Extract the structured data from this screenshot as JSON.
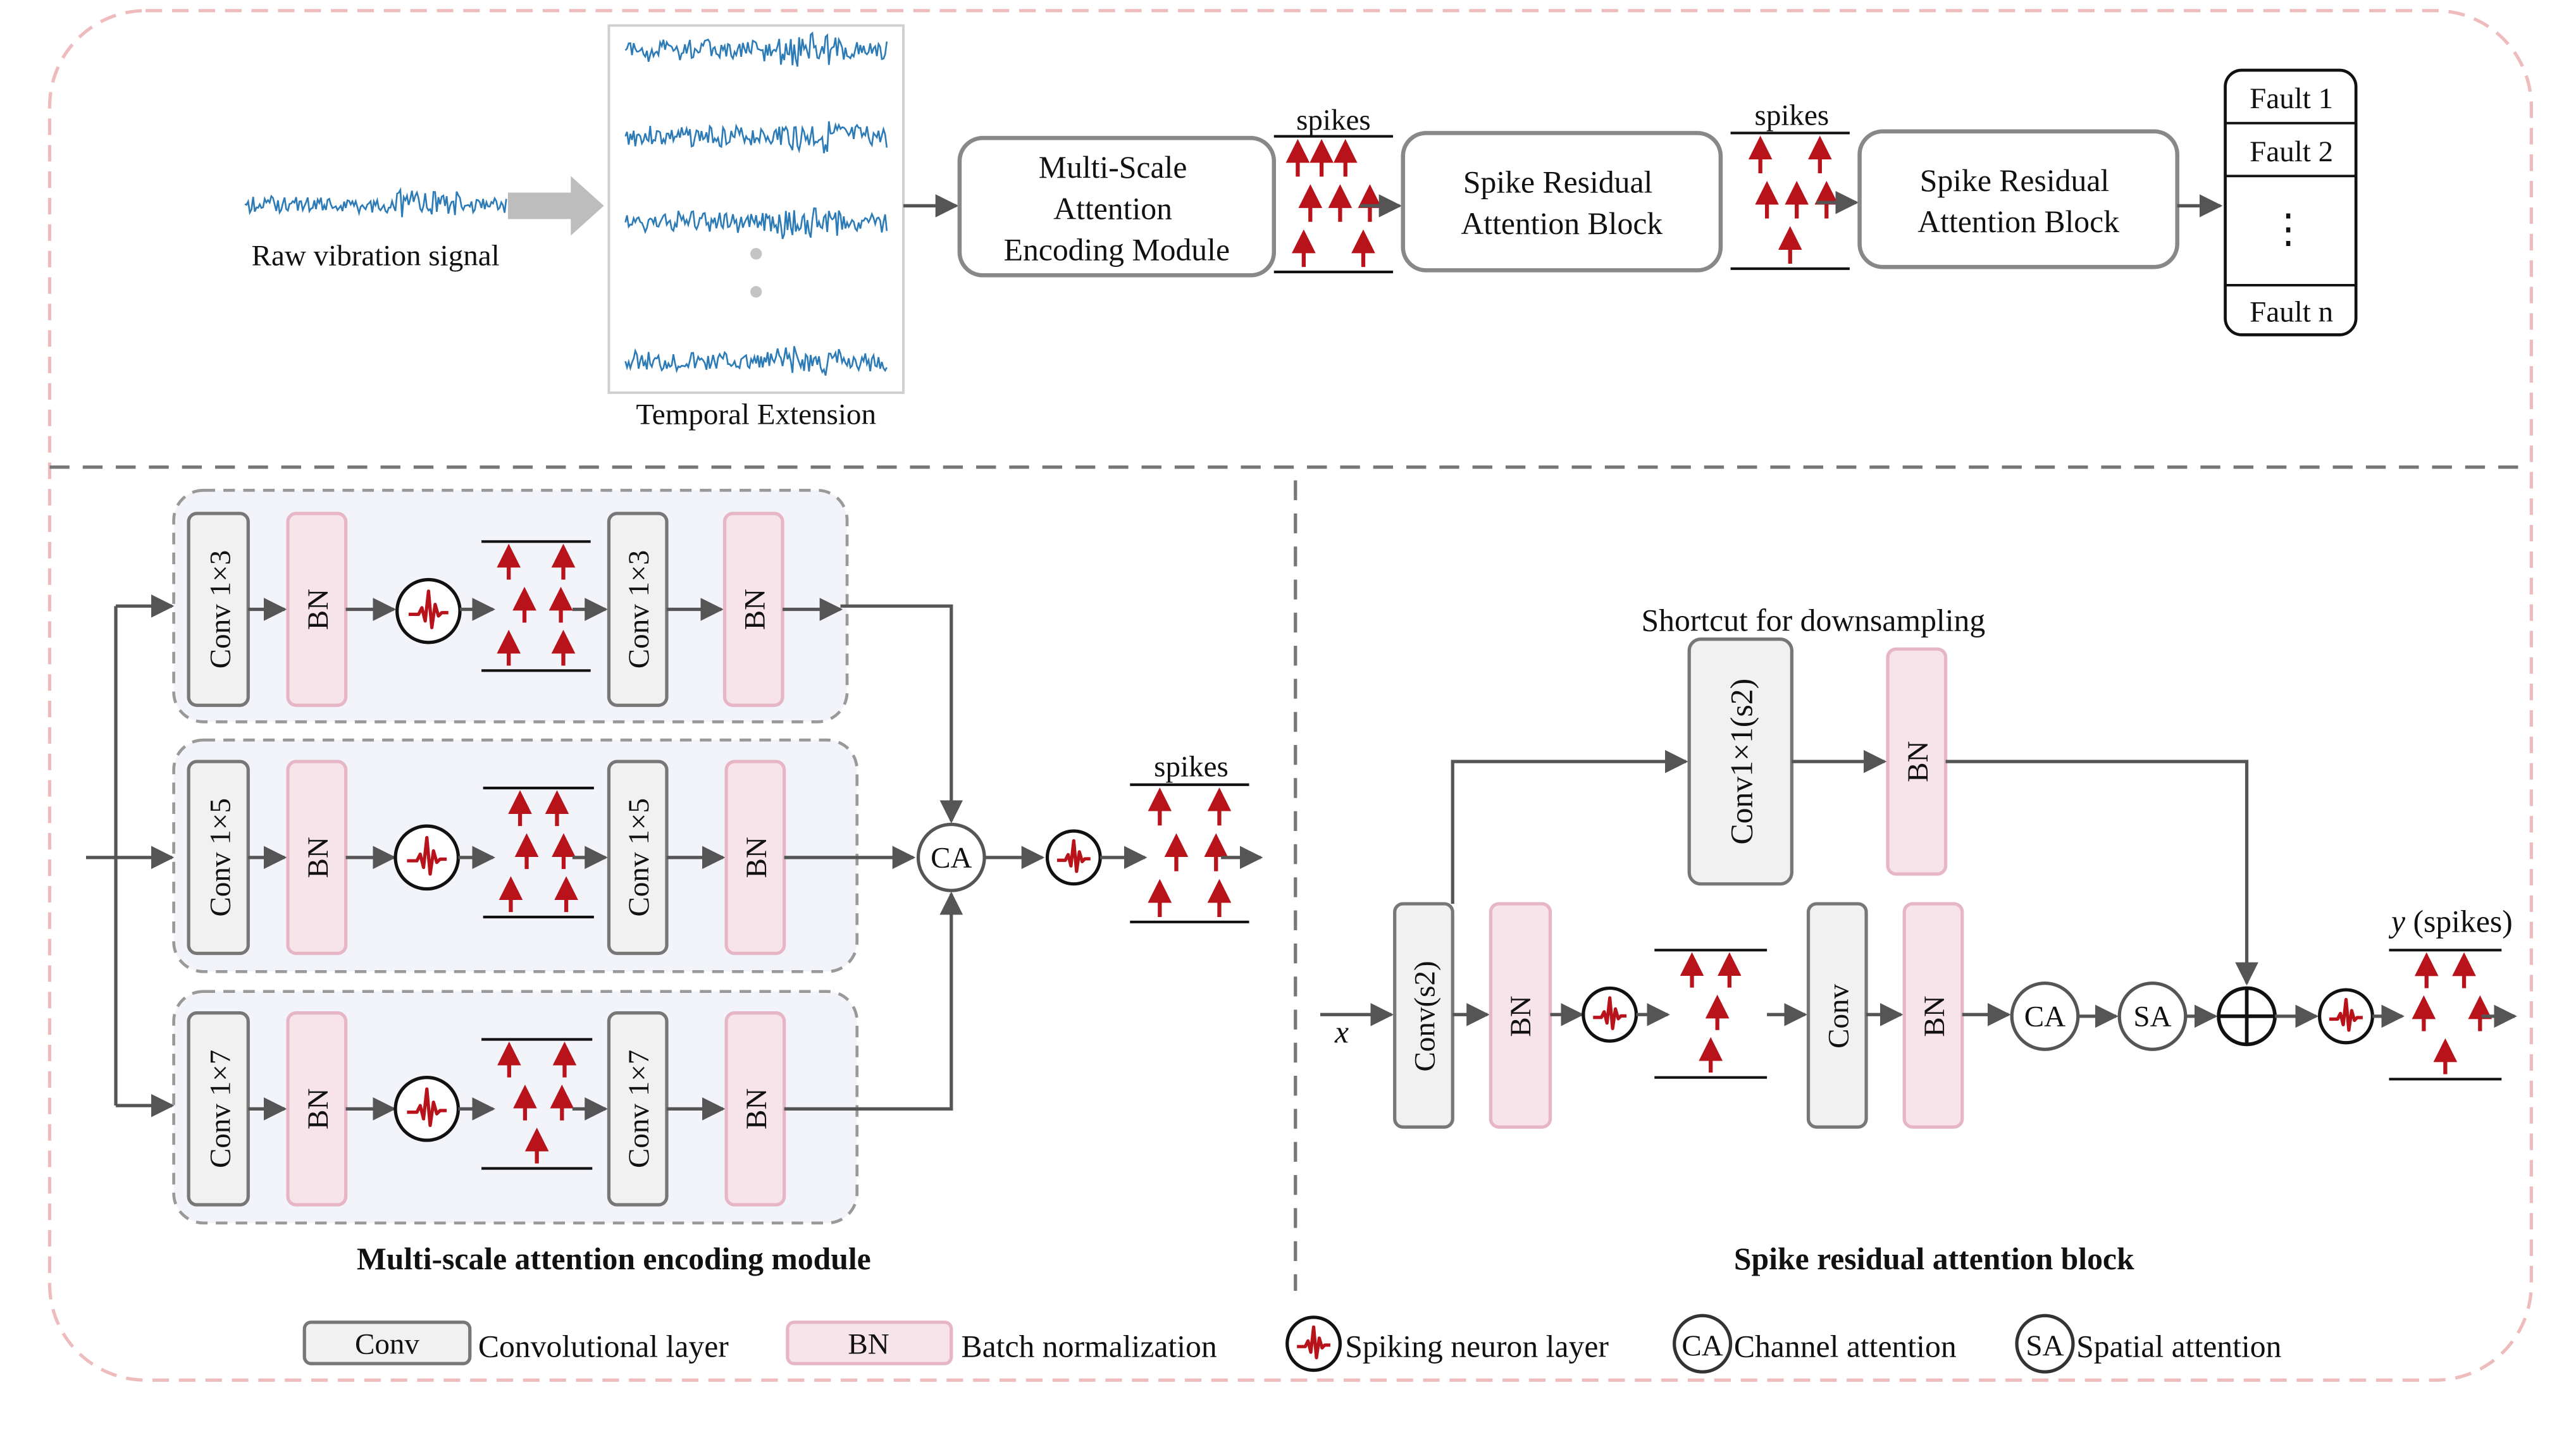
{
  "top": {
    "raw_signal_label": "Raw vibration signal",
    "temporal_extension_label": "Temporal Extension",
    "encoding_module_lines": [
      "Multi-Scale",
      "Attention",
      "Encoding Module"
    ],
    "spikes_label_1": "spikes",
    "spikes_label_2": "spikes",
    "residual_block_1_lines": [
      "Spike Residual",
      "Attention Block"
    ],
    "residual_block_2_lines": [
      "Spike Residual",
      "Attention Block"
    ],
    "faults": [
      "Fault 1",
      "Fault 2",
      "Fault n"
    ],
    "fault_ellipsis": "⋮"
  },
  "msa": {
    "branches": [
      {
        "conv_a": "Conv 1×3",
        "bn_a": "BN",
        "conv_b": "Conv 1×3",
        "bn_b": "BN"
      },
      {
        "conv_a": "Conv 1×5",
        "bn_a": "BN",
        "conv_b": "Conv 1×5",
        "bn_b": "BN"
      },
      {
        "conv_a": "Conv 1×7",
        "bn_a": "BN",
        "conv_b": "Conv 1×7",
        "bn_b": "BN"
      }
    ],
    "ca_label": "CA",
    "spikes_label": "spikes",
    "caption": "Multi-scale attention encoding module"
  },
  "srab": {
    "shortcut_label": "Shortcut for downsampling",
    "shortcut_conv": "Conv1×1(s2)",
    "shortcut_bn": "BN",
    "input_label": "x",
    "conv_s2": "Conv(s2)",
    "bn_1": "BN",
    "conv": "Conv",
    "bn_2": "BN",
    "ca_label": "CA",
    "sa_label": "SA",
    "output_label_var": "y",
    "output_label_rest": " (spikes)",
    "caption": "Spike residual attention block"
  },
  "legend": {
    "conv_box": "Conv",
    "conv_text": "Convolutional layer",
    "bn_box": "BN",
    "bn_text": "Batch normalization",
    "spike_text": "Spiking neuron layer",
    "ca_box": "CA",
    "ca_text": "Channel attention",
    "sa_box": "SA",
    "sa_text": "Spatial attention"
  },
  "colors": {
    "frame": "#eebcbc",
    "box_stroke": "#7a7a7a",
    "conv_fill": "#f1f1f1",
    "bn_fill": "#f7e3ea",
    "bn_stroke": "#e6b6c6",
    "branch_fill": "#f3f3fa",
    "spike_red": "#b8121a",
    "signal_blue": "#2c7bb6",
    "arrow_gray": "#555555"
  }
}
